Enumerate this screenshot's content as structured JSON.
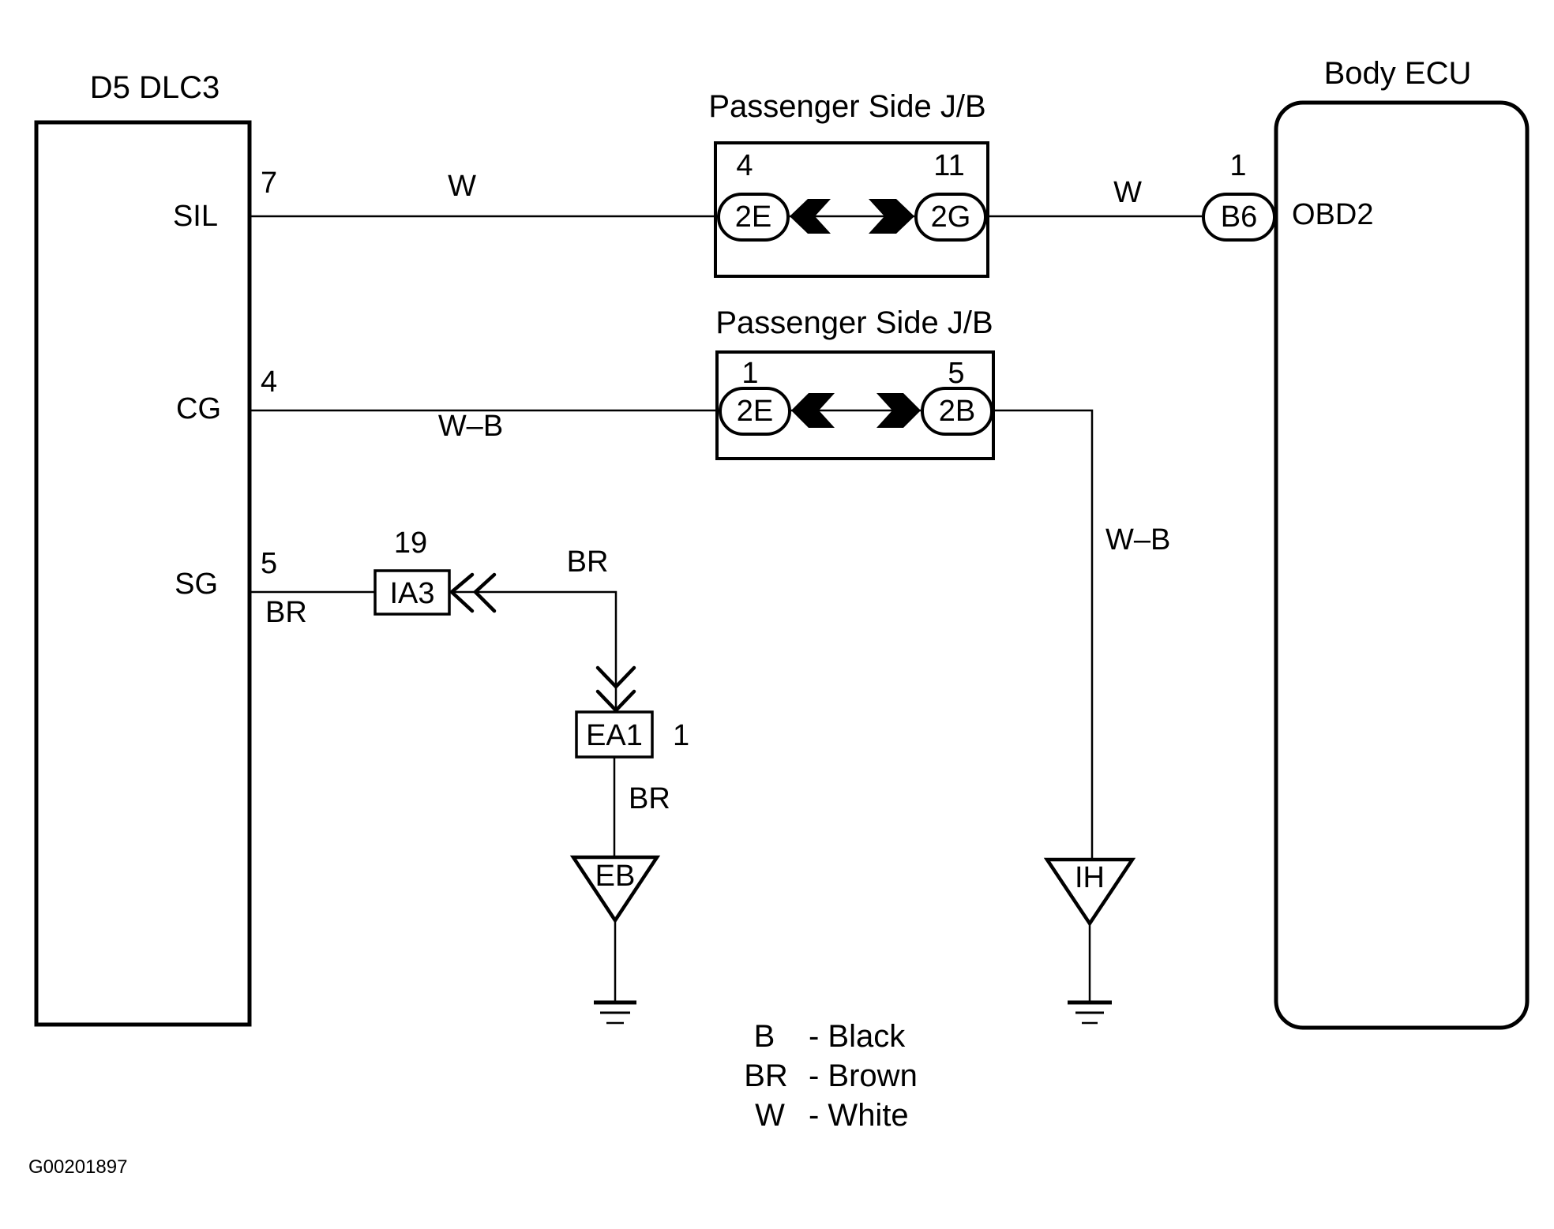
{
  "components": {
    "dlc3": {
      "title": "D5 DLC3",
      "pins": [
        {
          "name": "SIL",
          "number": "7"
        },
        {
          "name": "CG",
          "number": "4"
        },
        {
          "name": "SG",
          "number": "5"
        }
      ]
    },
    "junction_block_1": {
      "title": "Passenger Side J/B",
      "left_connector": {
        "code": "2E",
        "pin": "4"
      },
      "right_connector": {
        "code": "2G",
        "pin": "11"
      }
    },
    "junction_block_2": {
      "title": "Passenger Side J/B",
      "left_connector": {
        "code": "2E",
        "pin": "1"
      },
      "right_connector": {
        "code": "2B",
        "pin": "5"
      }
    },
    "body_ecu": {
      "title": "Body ECU",
      "connector": {
        "code": "B6",
        "pin": "1"
      },
      "terminal": "OBD2"
    },
    "ia3": {
      "code": "IA3",
      "pin": "19"
    },
    "ea1": {
      "code": "EA1",
      "pin": "1"
    },
    "grounds": [
      {
        "code": "EB"
      },
      {
        "code": "IH"
      }
    ]
  },
  "wires": {
    "sil_to_jb": "W",
    "jb_to_ecu": "W",
    "cg_to_jb": "W–B",
    "jb_to_ground_ih": "W–B",
    "sg_to_ia3": "BR",
    "ia3_to_ea1": "BR",
    "ea1_to_ground_eb": "BR"
  },
  "legend": [
    {
      "code": "B",
      "color": "- Black"
    },
    {
      "code": "BR",
      "color": "- Brown"
    },
    {
      "code": "W",
      "color": "- White"
    }
  ],
  "figure_id": "G00201897"
}
